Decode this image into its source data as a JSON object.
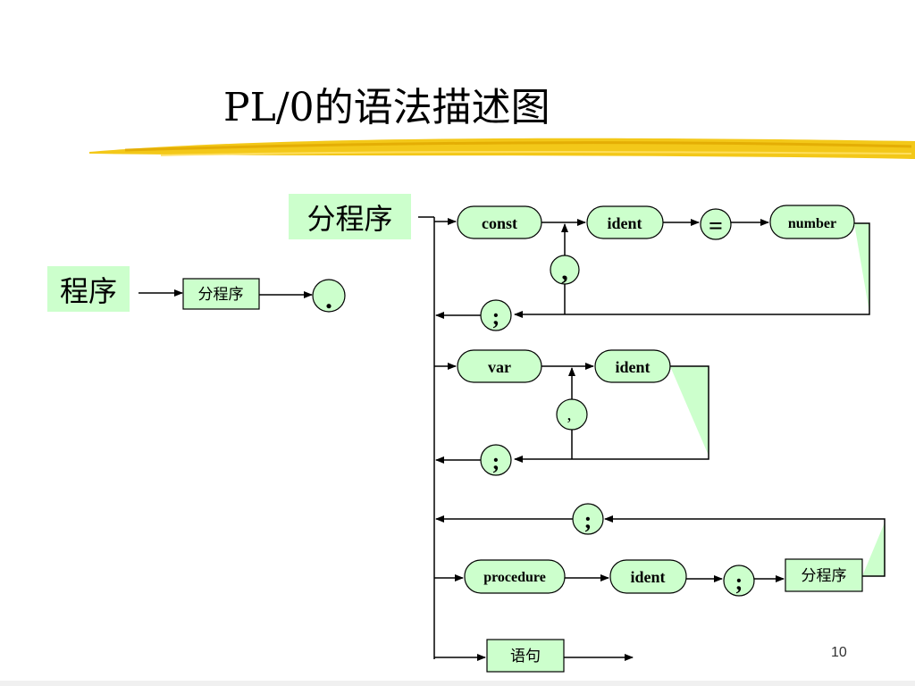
{
  "slide": {
    "title": "PL/0的语法描述图",
    "page_number": "10"
  },
  "colors": {
    "node_fill": "#ccffcc",
    "stroke": "#000000",
    "swoosh": "#f2c200"
  },
  "program": {
    "label": "程序",
    "box": "分程序",
    "end_symbol": "."
  },
  "subprogram": {
    "label": "分程序",
    "const_kw": "const",
    "const_ident": "ident",
    "equals": "=",
    "number": "number",
    "const_comma": ",",
    "const_semicolon": ";",
    "var_kw": "var",
    "var_ident": "ident",
    "var_comma": ",",
    "var_semicolon": ";",
    "proc_semicolon_back": ";",
    "procedure_kw": "procedure",
    "proc_ident": "ident",
    "proc_semicolon": ";",
    "proc_box": "分程序",
    "statement_box": "语句"
  }
}
